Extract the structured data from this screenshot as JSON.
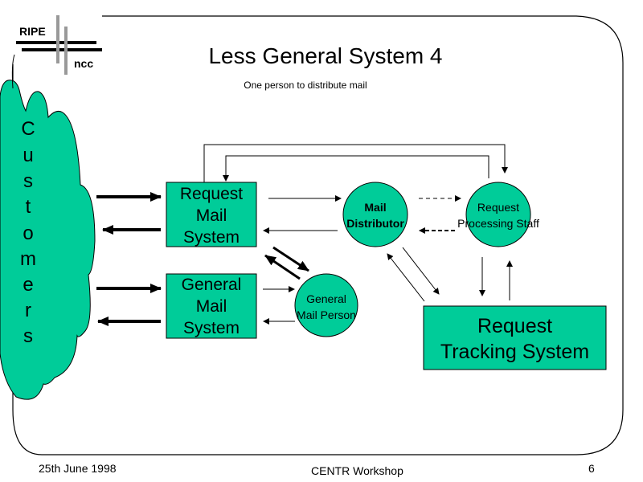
{
  "slide": {
    "title": "Less General System 4",
    "subtitle": "One person to distribute mail",
    "page_number": "6"
  },
  "logo": {
    "top": "RIPE",
    "bottom": "ncc"
  },
  "customers": {
    "label": "Customers",
    "letters": [
      "C",
      "u",
      "s",
      "t",
      "o",
      "m",
      "e",
      "r",
      "s"
    ]
  },
  "nodes": {
    "request_mail_system": [
      "Request",
      "Mail",
      "System"
    ],
    "general_mail_system": [
      "General",
      "Mail",
      "System"
    ],
    "mail_distributor": [
      "Mail",
      "Distributor"
    ],
    "general_mail_person": [
      "General",
      "Mail Person"
    ],
    "request_processing_staff": [
      "Request",
      "Processing Staff"
    ],
    "request_tracking_system": [
      "Request",
      "Tracking System"
    ]
  },
  "footer": {
    "date": "25th June 1998",
    "event": "CENTR Workshop",
    "page": "6"
  },
  "colors": {
    "shape_fill": "#00cc99",
    "logo_gray": "#999999",
    "stroke": "#000000"
  }
}
